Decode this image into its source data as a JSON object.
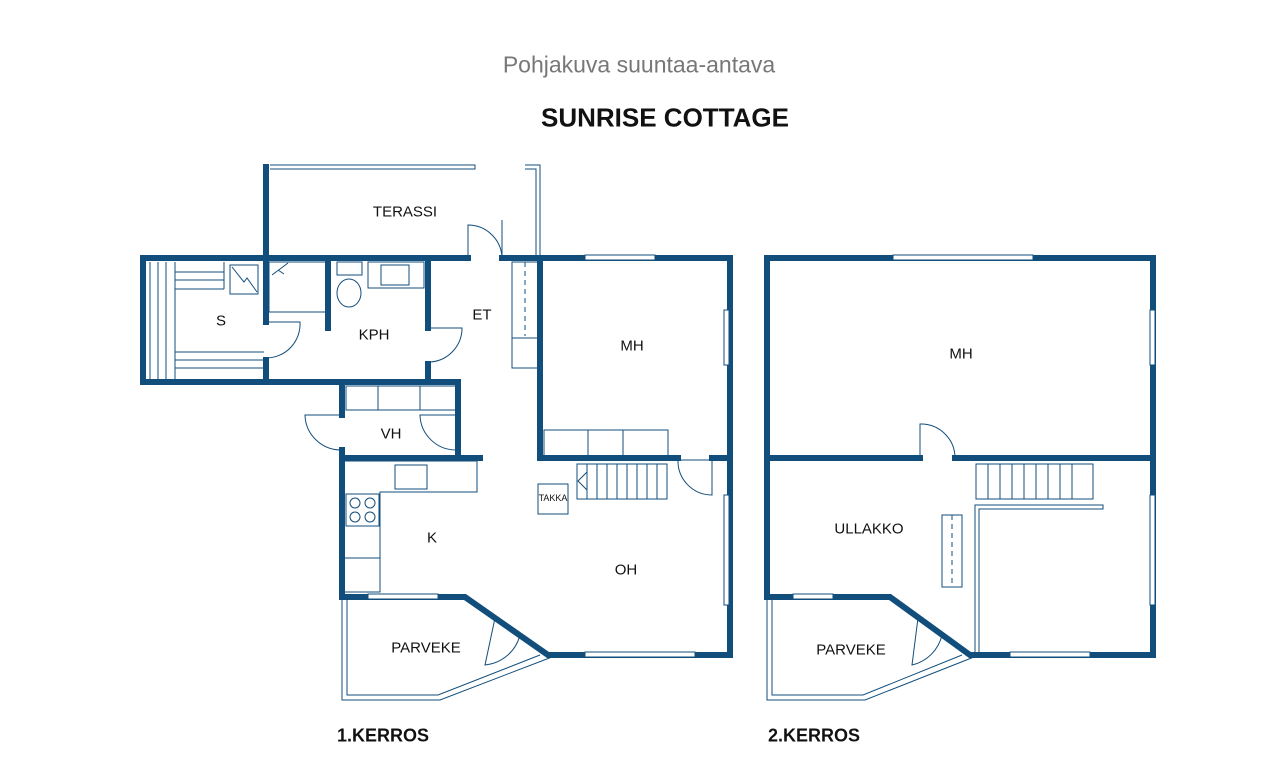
{
  "header": {
    "subtitle": "Pohjakuva suuntaa-antava",
    "title": "SUNRISE COTTAGE"
  },
  "floor1": {
    "label": "1.KERROS",
    "rooms": {
      "terassi": "TERASSI",
      "s": "S",
      "kph": "KPH",
      "et": "ET",
      "mh": "MH",
      "vh": "VH",
      "k": "K",
      "takka": "TAKKA",
      "oh": "OH",
      "parveke": "PARVEKE"
    }
  },
  "floor2": {
    "label": "2.KERROS",
    "rooms": {
      "mh": "MH",
      "ullakko": "ULLAKKO",
      "parveke": "PARVEKE"
    }
  },
  "colors": {
    "wall": "#124e7c",
    "subtitle": "#777777"
  }
}
